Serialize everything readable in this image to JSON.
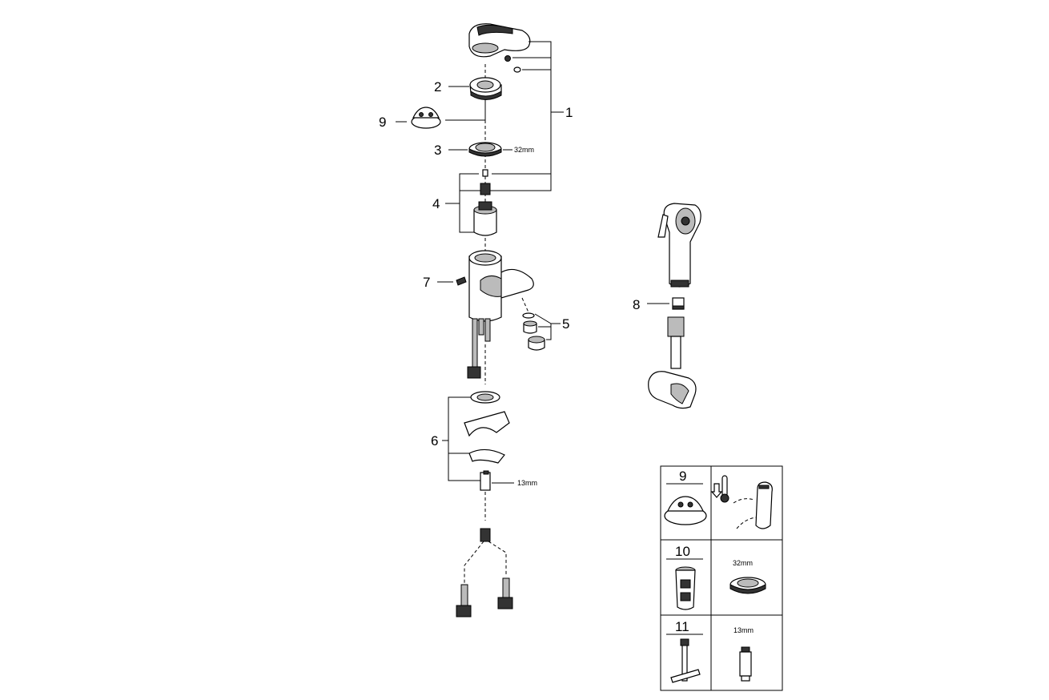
{
  "callouts": {
    "c1": "1",
    "c2": "2",
    "c3": "3",
    "c4": "4",
    "c5": "5",
    "c6": "6",
    "c7": "7",
    "c8": "8",
    "c9": "9"
  },
  "dimensions": {
    "seal_32": "32mm",
    "nut_13": "13mm"
  },
  "parts_table": {
    "rows": [
      {
        "number": "9",
        "detail": ""
      },
      {
        "number": "10",
        "detail": "32mm"
      },
      {
        "number": "11",
        "detail": "13mm"
      }
    ]
  }
}
